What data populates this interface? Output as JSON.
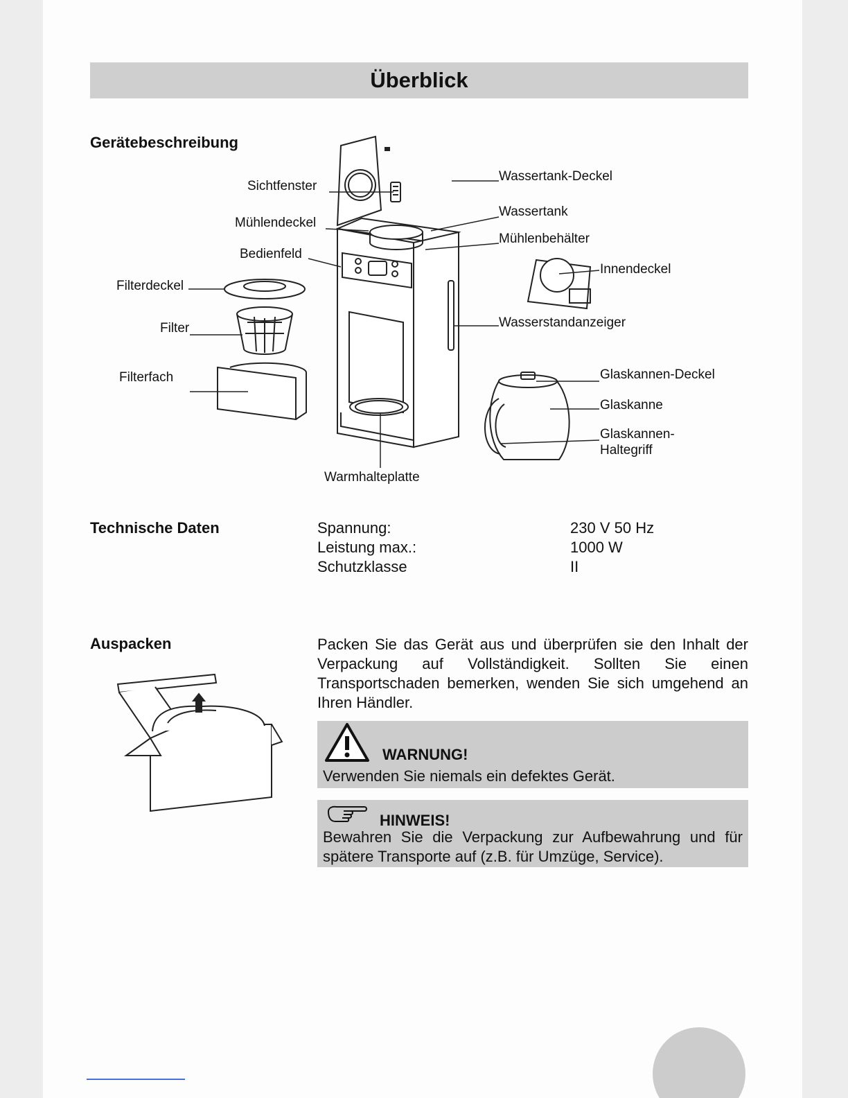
{
  "header": {
    "title": "Überblick"
  },
  "device": {
    "heading": "Gerätebeschreibung",
    "labels": {
      "sichtfenster": "Sichtfenster",
      "muehlendeckel": "Mühlendeckel",
      "bedienfeld": "Bedienfeld",
      "filterdeckel": "Filterdeckel",
      "filter": "Filter",
      "filterfach": "Filterfach",
      "wassertank_deckel": "Wassertank-Deckel",
      "wassertank": "Wassertank",
      "muehlenbehaelter": "Mühlenbehälter",
      "innendeckel": "Innendeckel",
      "wasserstandanzeiger": "Wasserstandanzeiger",
      "glaskannen_deckel": "Glaskannen-Deckel",
      "glaskanne": "Glaskanne",
      "glaskannen_haltegriff_1": "Glaskannen-",
      "glaskannen_haltegriff_2": "Haltegriff",
      "warmhalteplatte": "Warmhalteplatte"
    }
  },
  "tech": {
    "heading": "Technische Daten",
    "rows": [
      {
        "label": "Spannung:",
        "value": "230 V 50 Hz"
      },
      {
        "label": "Leistung max.:",
        "value": "1000 W"
      },
      {
        "label": "Schutzklasse",
        "value": "II"
      }
    ]
  },
  "unpack": {
    "heading": "Auspacken",
    "text": "Packen Sie das Gerät aus und überprüfen sie den Inhalt der Verpackung auf Vollständigkeit. Sollten Sie einen Transportschaden bemerken, wenden Sie sich umgehend an Ihren Händler.",
    "warning": {
      "title": "WARNUNG!",
      "text": "Verwenden Sie niemals ein defektes Gerät.",
      "icon": "warning-triangle-icon"
    },
    "hint": {
      "title": "HINWEIS!",
      "text": "Bewahren Sie die Verpackung zur Aufbewahrung und für spätere Transporte auf (z.B. für Umzüge, Service).",
      "icon": "pointing-hand-icon"
    }
  }
}
